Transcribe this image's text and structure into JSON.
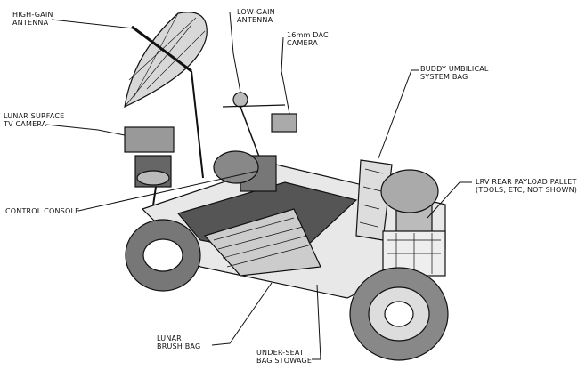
{
  "labels": {
    "high_gain_antenna": [
      "HIGH-GAIN",
      "ANTENNA"
    ],
    "low_gain_antenna": [
      "LOW-GAIN",
      "ANTENNA"
    ],
    "dac_camera": [
      "16mm DAC",
      "CAMERA"
    ],
    "buddy_umbilical": [
      "BUDDY UMBILICAL",
      "SYSTEM BAG"
    ],
    "tv_camera": [
      "LUNAR SURFACE",
      "TV CAMERA"
    ],
    "control_console": [
      "CONTROL CONSOLE"
    ],
    "rear_payload_pallet": [
      "LRV REAR PAYLOAD PALLET",
      "(TOOLS, ETC, NOT SHOWN)"
    ],
    "brush_bag": [
      "LUNAR",
      "BRUSH BAG"
    ],
    "under_seat": [
      "UNDER-SEAT",
      "BAG STOWAGE"
    ]
  }
}
